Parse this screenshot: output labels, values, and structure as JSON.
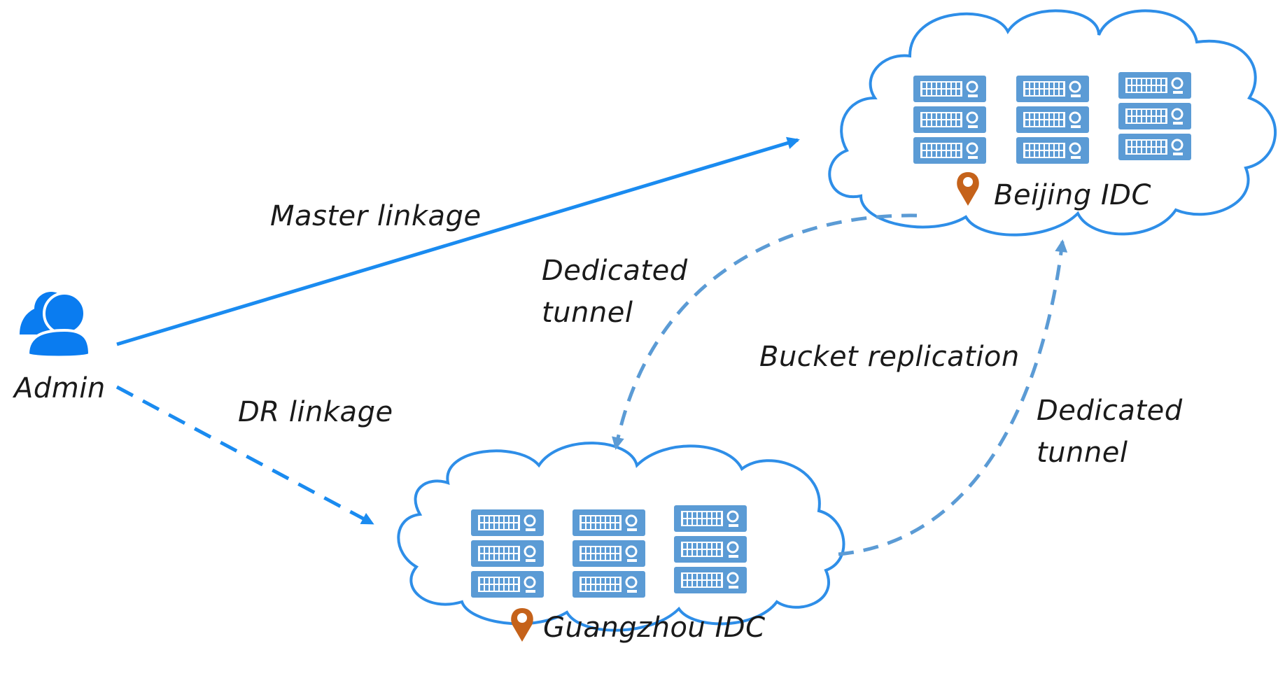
{
  "diagram": {
    "admin": {
      "label": "Admin",
      "icon": "users-icon",
      "color": "#0a7cf0"
    },
    "links": {
      "master": "Master linkage",
      "dr": "DR linkage",
      "tunnel_left": [
        "Dedicated",
        "tunnel"
      ],
      "tunnel_right": [
        "Dedicated",
        "tunnel"
      ],
      "replication": "Bucket replication"
    },
    "sites": {
      "beijing": {
        "label": "Beijing IDC",
        "icon": "location-pin-icon"
      },
      "guangzhou": {
        "label": "Guangzhou IDC",
        "icon": "location-pin-icon"
      }
    },
    "colors": {
      "arrow": "#1a8bf0",
      "dashed_tunnel": "#5b9bd5",
      "cloud_stroke": "#2e8ee8",
      "server": "#5b9bd5",
      "pin": "#c5621a"
    }
  }
}
